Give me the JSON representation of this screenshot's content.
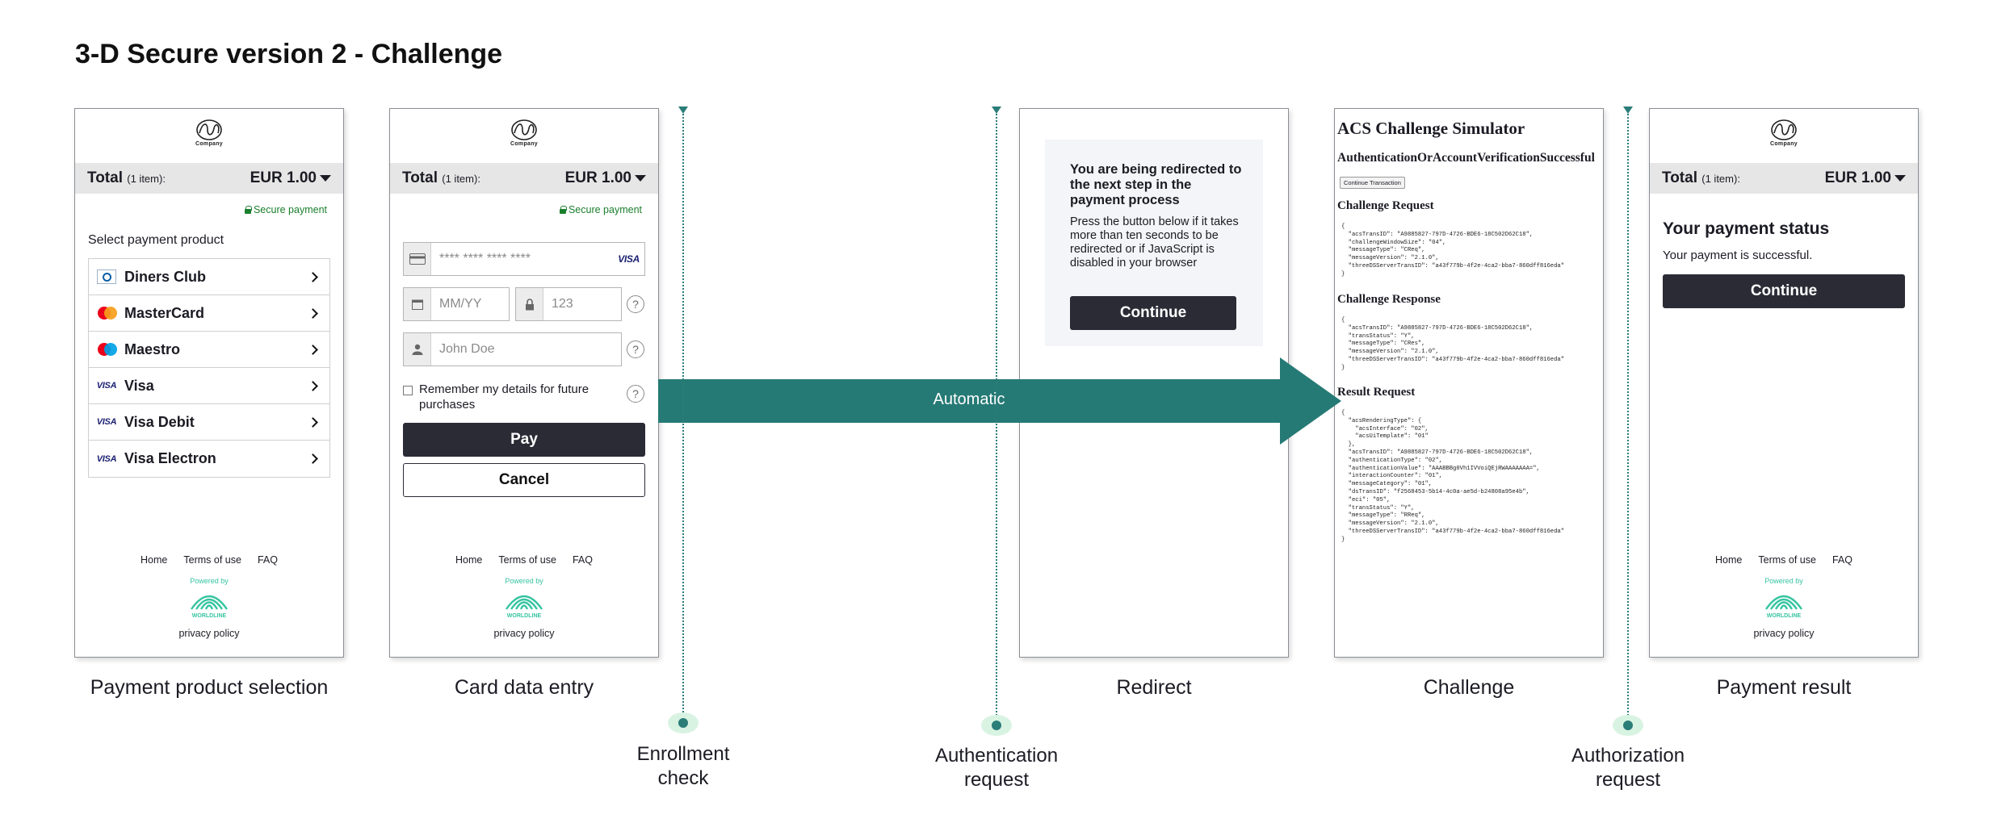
{
  "title": "3-D Secure version 2 - Challenge",
  "colors": {
    "accent": "#2b7d78",
    "button_dark": "#2b2b36",
    "secure_green": "#1a7f2d",
    "halo": "#d9f3e3"
  },
  "common": {
    "company": "Company",
    "total_label": "Total",
    "total_items": "(1 item):",
    "amount": "EUR 1.00",
    "secure_payment": "Secure payment",
    "footer": {
      "home": "Home",
      "terms": "Terms of use",
      "faq": "FAQ"
    },
    "powered_by": "Powered by",
    "privacy": "privacy policy",
    "worldline": "WORLDLINE"
  },
  "screen1": {
    "select_label": "Select payment product",
    "products": [
      {
        "label": "Diners Club",
        "icon": "diners-club-icon"
      },
      {
        "label": "MasterCard",
        "icon": "mastercard-icon"
      },
      {
        "label": "Maestro",
        "icon": "maestro-icon"
      },
      {
        "label": "Visa",
        "icon": "visa-icon"
      },
      {
        "label": "Visa Debit",
        "icon": "visa-icon"
      },
      {
        "label": "Visa Electron",
        "icon": "visa-icon"
      }
    ],
    "visa_mark": "VISA"
  },
  "screen2": {
    "card_number_placeholder": "**** **** **** ****",
    "card_brand": "VISA",
    "expiry_placeholder": "MM/YY",
    "cvv_placeholder": "123",
    "name_placeholder": "John Doe",
    "help": "?",
    "remember_label": "Remember my details for future purchases",
    "pay": "Pay",
    "cancel": "Cancel"
  },
  "screen3": {
    "heading": "You are being redirected to the next step in the payment process",
    "body": "Press the button below if it takes more than ten seconds to be redirected or if JavaScript is disabled in your browser",
    "continue": "Continue"
  },
  "screen4": {
    "title": "ACS Challenge Simulator",
    "subtitle": "AuthenticationOrAccountVerificationSuccessful",
    "continue_btn": "Continue Transaction",
    "challenge_request_title": "Challenge Request",
    "challenge_request_json": "{\n  \"acsTransID\": \"A9885827-797D-4726-BDE6-18C502D62C18\",\n  \"challengeWindowSize\": \"04\",\n  \"messageType\": \"CReq\",\n  \"messageVersion\": \"2.1.0\",\n  \"threeDSServerTransID\": \"a43f779b-4f2e-4ca2-bba7-860dff816eda\"\n}",
    "challenge_response_title": "Challenge Response",
    "challenge_response_json": "{\n  \"acsTransID\": \"A9885827-797D-4726-BDE6-18C502D62C18\",\n  \"transStatus\": \"Y\",\n  \"messageType\": \"CRes\",\n  \"messageVersion\": \"2.1.0\",\n  \"threeDSServerTransID\": \"a43f779b-4f2e-4ca2-bba7-860dff816eda\"\n}",
    "result_request_title": "Result Request",
    "result_request_json": "{\n  \"acsRenderingType\": {\n    \"acsInterface\": \"02\",\n    \"acsUiTemplate\": \"01\"\n  },\n  \"acsTransID\": \"A9885827-797D-4726-BDE6-18C502D62C18\",\n  \"authenticationType\": \"02\",\n  \"authenticationValue\": \"AAABBBg0Vh1IVVoiQEjRWAAAAAAA=\",\n  \"interactionCounter\": \"01\",\n  \"messageCategory\": \"01\",\n  \"dsTransID\": \"f2568453-5b14-4c0a-ae5d-b24808a95e4b\",\n  \"eci\": \"05\",\n  \"transStatus\": \"Y\",\n  \"messageType\": \"RReq\",\n  \"messageVersion\": \"2.1.0\",\n  \"threeDSServerTransID\": \"a43f779b-4f2e-4ca2-bba7-860dff816eda\"\n}"
  },
  "screen5": {
    "status_title": "Your payment status",
    "status_text": "Your payment is successful.",
    "continue": "Continue"
  },
  "captions": {
    "s1": "Payment product selection",
    "s2": "Card data entry",
    "s3": "Redirect",
    "s4": "Challenge",
    "s5": "Payment result"
  },
  "arrow_label": "Automatic",
  "steps": {
    "enrollment_1": "Enrollment",
    "enrollment_2": "check",
    "authentication_1": "Authentication",
    "authentication_2": "request",
    "authorization_1": "Authorization",
    "authorization_2": "request"
  }
}
